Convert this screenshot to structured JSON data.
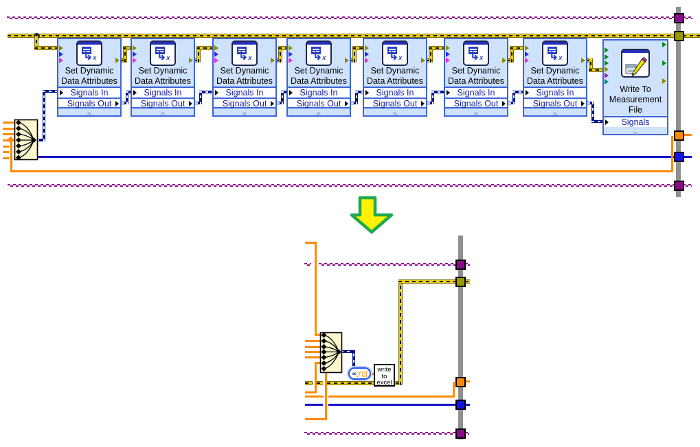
{
  "express_vi": {
    "title": "Set Dynamic Data Attributes",
    "line1": "Set Dynamic",
    "line2": "Data Attributes",
    "input_label": "Signals In",
    "output_label": "Signals Out",
    "count": 7
  },
  "write_vi": {
    "title": "Write To Measurement File",
    "line1": "Write To",
    "line2": "Measurement",
    "line3": "File",
    "input_label": "Signals"
  },
  "excel_vi": {
    "label": "write to excel",
    "line1": "write",
    "line2": "to",
    "line3": "excel"
  },
  "convert_vi": {
    "symbol_left": "∝",
    "symbol_right": "[ƒ()]"
  },
  "colors": {
    "error_wire": "#e8cc1c",
    "dynamic_data_wire": "#001488",
    "orange_wire": "#ff8a00",
    "blue_wire": "#1414cc",
    "purple_wire": "#8a0b8a",
    "express_vi_background": "#cfe2fb",
    "express_vi_border": "#3c64d8",
    "merge_node_background": "#fbf7cf",
    "structure_border_gray": "#8f8f8f",
    "transform_arrow_fill": "#fff100",
    "transform_arrow_outline": "#21a94d"
  }
}
